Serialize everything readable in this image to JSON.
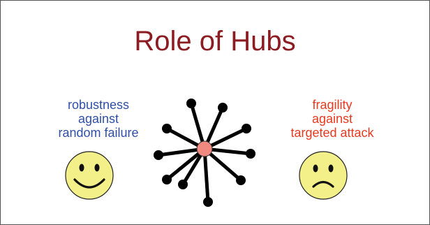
{
  "title": "Role of Hubs",
  "left_caption": [
    "robustness",
    "against",
    "random failure"
  ],
  "right_caption": [
    "fragility",
    "against",
    "targeted attack"
  ],
  "icons": {
    "left": "smiley-face-icon",
    "center": "hub-network-icon",
    "right": "frowning-face-icon"
  },
  "colors": {
    "title": "#8b1c22",
    "left_text": "#2f4fa8",
    "right_text": "#e8391f",
    "hub": "#f08a80",
    "face": "#f3f08a"
  }
}
